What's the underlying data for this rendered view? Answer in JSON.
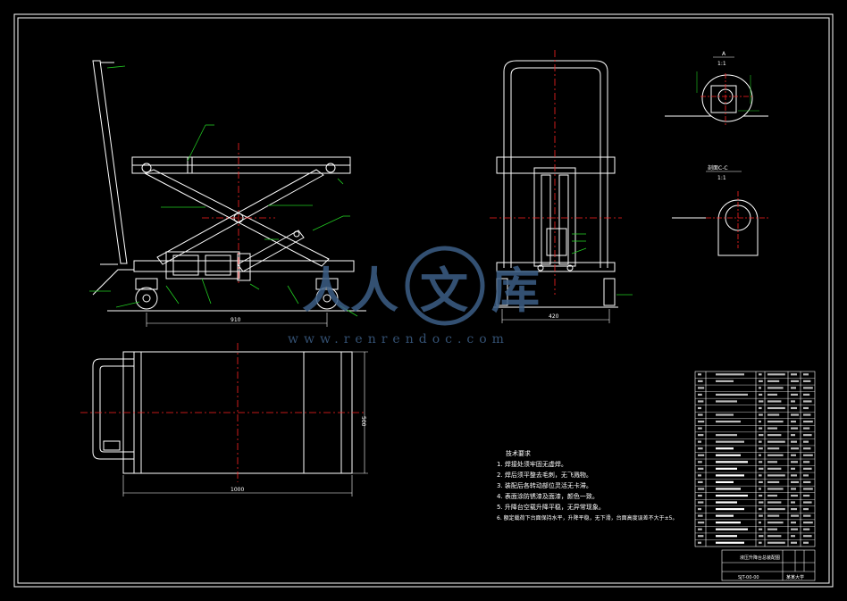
{
  "drawing": {
    "colors": {
      "background": "#000000",
      "line": "#ffffff",
      "center": "#ff2222",
      "dim": "#22cc22",
      "note": "#ffff55",
      "watermark": "#3d5f86"
    },
    "side_view": {
      "length_dim": "910"
    },
    "front_view": {
      "width_dim": "420"
    },
    "top_view": {
      "length_dim": "1000",
      "width_dim": "500"
    },
    "detail_a": {
      "title": "A",
      "scale": "1:1"
    },
    "section_c": {
      "title": "剖面C-C",
      "scale": "1:1"
    },
    "notes": {
      "heading": "技术要求",
      "items": [
        "1. 焊接处须牢固无虚焊。",
        "2. 焊后须平整去毛刺，无飞溅物。",
        "3. 装配后各转动部位灵活无卡滞。",
        "4. 表面涂防锈漆及面漆，颜色一致。",
        "5. 升降台空载升降平稳，无异常现象。",
        "6. 额定载荷下台面保持水平，升降平稳，无下滑，台面高度误差不大于±5。"
      ]
    },
    "title_block": {
      "drawing_name": "液压升降台总装配图",
      "company": "某某大学",
      "drawing_no": "SJT-00-00"
    },
    "watermark": {
      "chars": [
        "人",
        "人",
        "文",
        "库"
      ],
      "url": "www.renrendoc.com"
    }
  }
}
